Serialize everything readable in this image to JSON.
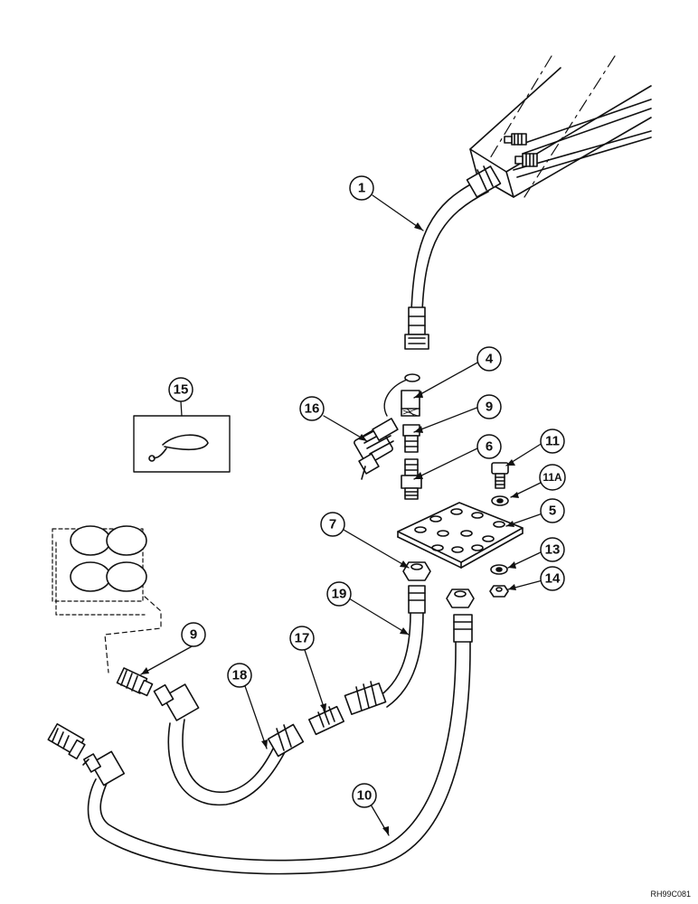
{
  "diagram": {
    "reference_code": "RH99C081",
    "callouts": {
      "c1": "1",
      "c4": "4",
      "c9a": "9",
      "c6": "6",
      "c11": "11",
      "c11a": "11A",
      "c5": "5",
      "c7": "7",
      "c13": "13",
      "c14": "14",
      "c15": "15",
      "c16": "16",
      "c19": "19",
      "c17": "17",
      "c18": "18",
      "c9b": "9",
      "c10": "10"
    }
  }
}
